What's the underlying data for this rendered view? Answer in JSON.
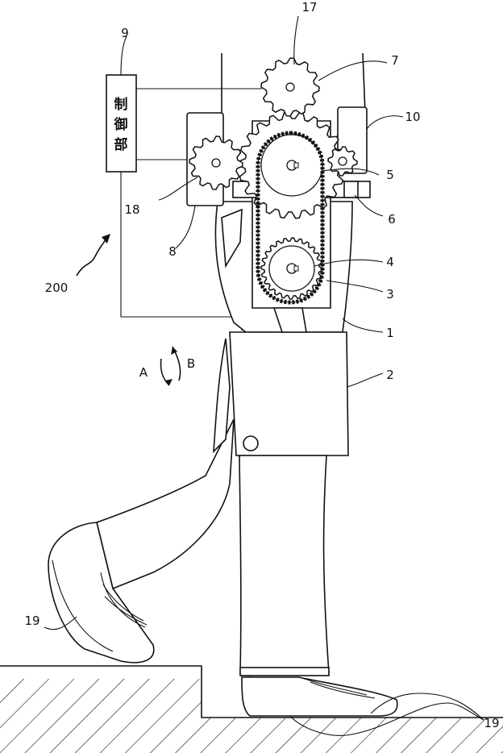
{
  "figure": {
    "controller_text": "制御部",
    "labels": {
      "n17": "17",
      "n9": "9",
      "n7": "7",
      "n10": "10",
      "n5": "5",
      "n18": "18",
      "n6": "6",
      "n8": "8",
      "n4": "4",
      "n200": "200",
      "n3": "3",
      "n1": "1",
      "n2": "2",
      "a": "A",
      "b": "B",
      "n19a": "19",
      "n19b": "19"
    }
  }
}
